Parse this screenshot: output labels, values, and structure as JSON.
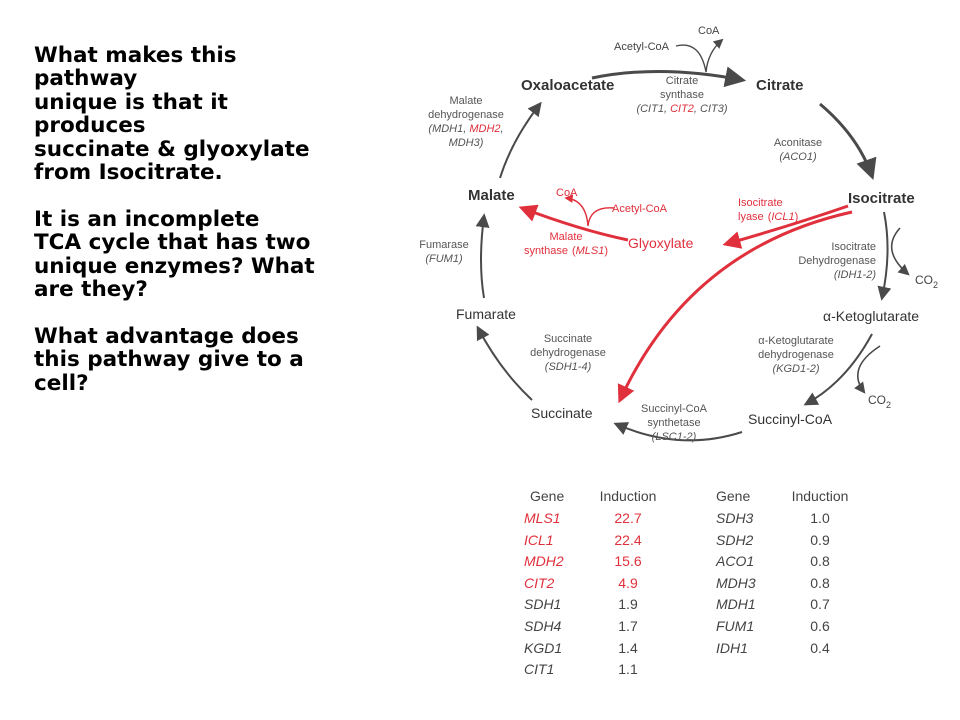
{
  "question": {
    "lines": [
      "What makes this",
      "pathway",
      "unique is that it",
      "produces",
      "succinate & glyoxylate",
      "from Isocitrate.",
      "",
      "It is an incomplete",
      "TCA cycle that has two",
      "unique enzymes? What",
      "are they?",
      "",
      "What advantage does",
      "this pathway give to a",
      "cell?"
    ]
  },
  "diagram": {
    "metabolites": {
      "oxaloacetate": "Oxaloacetate",
      "citrate": "Citrate",
      "isocitrate": "Isocitrate",
      "ketoglutarate": "-Ketoglutarate",
      "alpha": "α",
      "succinyl_coa": "Succinyl-CoA",
      "succinate": "Succinate",
      "fumarate": "Fumarate",
      "malate": "Malate",
      "glyoxylate": "Glyoxylate"
    },
    "cofactors": {
      "acetyl_coa_top": "Acetyl-CoA",
      "coa_top": "CoA",
      "acetyl_coa_mid": "Acetyl-CoA",
      "coa_mid": "CoA",
      "co2": "CO",
      "co2_sub": "2"
    },
    "enzymes": {
      "citrate_synthase": {
        "l1": "Citrate",
        "l2": "synthase",
        "open": "(",
        "g1": "CIT1",
        "sep1": ", ",
        "g2": "CIT2",
        "sep2": ", ",
        "g3": "CIT3",
        "close": ")"
      },
      "aconitase": {
        "l1": "Aconitase",
        "open": "(",
        "g1": "ACO1",
        "close": ")"
      },
      "isocitrate_lyase": {
        "l1": "Isocitrate",
        "l2": "lyase",
        "open": "(",
        "g1": "ICL1",
        "close": ")"
      },
      "isocitrate_dh": {
        "l1": "Isocitrate",
        "l2": "Dehydrogenase",
        "open": "(",
        "g1": "IDH1-2",
        "close": ")"
      },
      "akg_dh": {
        "alpha": "α",
        "l1": "-Ketoglutarate",
        "l2": "dehydrogenase",
        "open": "(",
        "g1": "KGD1-2",
        "close": ")"
      },
      "succinyl_coa_synthetase": {
        "l1": "Succinyl-CoA",
        "l2": "synthetase",
        "open": "(",
        "g1": "LSC1-2",
        "close": ")"
      },
      "succinate_dh": {
        "l1": "Succinate",
        "l2": "dehydrogenase",
        "open": "(",
        "g1": "SDH1-4",
        "close": ")"
      },
      "fumarase": {
        "l1": "Fumarase",
        "open": "(",
        "g1": "FUM1",
        "close": ")"
      },
      "malate_dh": {
        "l1": "Malate",
        "l2": "dehydrogenase",
        "open": "(",
        "g1": "MDH1",
        "sep1": ", ",
        "g2": "MDH2",
        "sep2": ",",
        "g3": "MDH3",
        "close": ")"
      },
      "malate_synthase": {
        "l1": "Malate",
        "l2": "synthase",
        "open": "(",
        "g1": "MLS1",
        "close": ")"
      }
    },
    "colors": {
      "cycle": "#4a4a4a",
      "glyoxylate_shunt": "#e0303c"
    }
  },
  "tables": {
    "headers": {
      "gene": "Gene",
      "induction": "Induction"
    },
    "left": [
      {
        "gene": "MLS1",
        "value": "22.7",
        "highlight": true
      },
      {
        "gene": "ICL1",
        "value": "22.4",
        "highlight": true
      },
      {
        "gene": "MDH2",
        "value": "15.6",
        "highlight": true
      },
      {
        "gene": "CIT2",
        "value": "4.9",
        "highlight": true
      },
      {
        "gene": "SDH1",
        "value": "1.9",
        "highlight": false
      },
      {
        "gene": "SDH4",
        "value": "1.7",
        "highlight": false
      },
      {
        "gene": "KGD1",
        "value": "1.4",
        "highlight": false
      },
      {
        "gene": "CIT1",
        "value": "1.1",
        "highlight": false
      }
    ],
    "right": [
      {
        "gene": "SDH3",
        "value": "1.0",
        "highlight": false
      },
      {
        "gene": "SDH2",
        "value": "0.9",
        "highlight": false
      },
      {
        "gene": "ACO1",
        "value": "0.8",
        "highlight": false
      },
      {
        "gene": "MDH3",
        "value": "0.8",
        "highlight": false
      },
      {
        "gene": "MDH1",
        "value": "0.7",
        "highlight": false
      },
      {
        "gene": "FUM1",
        "value": "0.6",
        "highlight": false
      },
      {
        "gene": "IDH1",
        "value": "0.4",
        "highlight": false
      }
    ]
  }
}
